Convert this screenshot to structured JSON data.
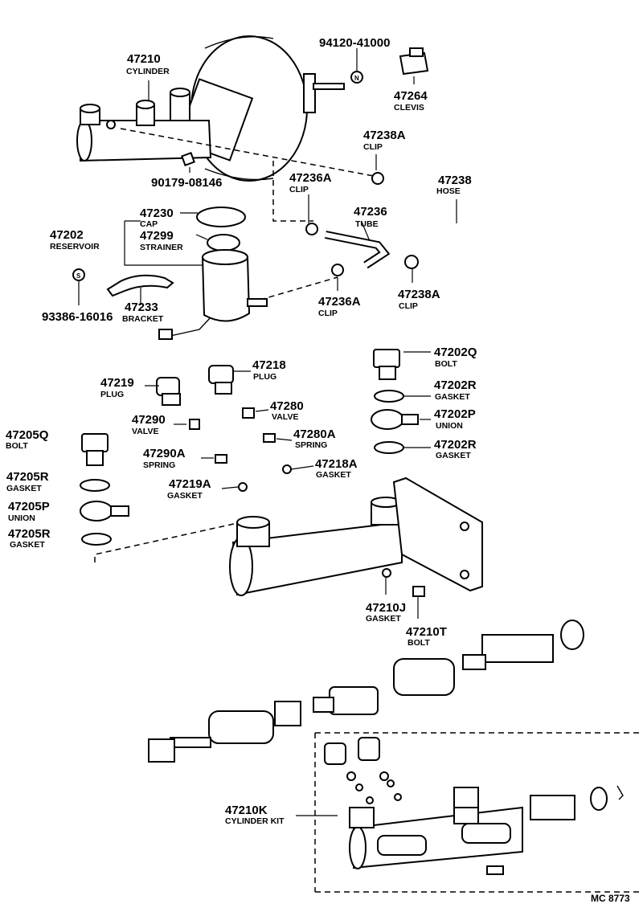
{
  "parts": [
    {
      "id": "p47210",
      "number": "47210",
      "name": "CYLINDER"
    },
    {
      "id": "p94120",
      "number": "94120-41000",
      "name": ""
    },
    {
      "id": "p47264",
      "number": "47264",
      "name": "CLEVIS"
    },
    {
      "id": "p47238A_top",
      "number": "47238A",
      "name": "CLIP"
    },
    {
      "id": "p90179",
      "number": "90179-08146",
      "name": ""
    },
    {
      "id": "p47236A_top",
      "number": "47236A",
      "name": "CLIP"
    },
    {
      "id": "p47238",
      "number": "47238",
      "name": "HOSE"
    },
    {
      "id": "p47230",
      "number": "47230",
      "name": "CAP"
    },
    {
      "id": "p47202",
      "number": "47202",
      "name": "RESERVOIR"
    },
    {
      "id": "p47299",
      "number": "47299",
      "name": "STRAINER"
    },
    {
      "id": "p47236",
      "number": "47236",
      "name": "TUBE"
    },
    {
      "id": "p93386",
      "number": "93386-16016",
      "name": ""
    },
    {
      "id": "p47233",
      "number": "47233",
      "name": "BRACKET"
    },
    {
      "id": "p47236A_bot",
      "number": "47236A",
      "name": "CLIP"
    },
    {
      "id": "p47238A_bot",
      "number": "47238A",
      "name": "CLIP"
    },
    {
      "id": "p47218",
      "number": "47218",
      "name": "PLUG"
    },
    {
      "id": "p47202Q",
      "number": "47202Q",
      "name": "BOLT"
    },
    {
      "id": "p47219",
      "number": "47219",
      "name": "PLUG"
    },
    {
      "id": "p47202R_a",
      "number": "47202R",
      "name": "GASKET"
    },
    {
      "id": "p47280",
      "number": "47280",
      "name": "VALVE"
    },
    {
      "id": "p47290",
      "number": "47290",
      "name": "VALVE"
    },
    {
      "id": "p47202P",
      "number": "47202P",
      "name": "UNION"
    },
    {
      "id": "p47205Q",
      "number": "47205Q",
      "name": "BOLT"
    },
    {
      "id": "p47280A",
      "number": "47280A",
      "name": "SPRING"
    },
    {
      "id": "p47202R_b",
      "number": "47202R",
      "name": "GASKET"
    },
    {
      "id": "p47290A",
      "number": "47290A",
      "name": "SPRING"
    },
    {
      "id": "p47218A",
      "number": "47218A",
      "name": "GASKET"
    },
    {
      "id": "p47205R_a",
      "number": "47205R",
      "name": "GASKET"
    },
    {
      "id": "p47219A",
      "number": "47219A",
      "name": "GASKET"
    },
    {
      "id": "p47205P",
      "number": "47205P",
      "name": "UNION"
    },
    {
      "id": "p47205R_b",
      "number": "47205R",
      "name": "GASKET"
    },
    {
      "id": "p47210J",
      "number": "47210J",
      "name": "GASKET"
    },
    {
      "id": "p47210T",
      "number": "47210T",
      "name": "BOLT"
    },
    {
      "id": "p47210K",
      "number": "47210K",
      "name": "CYLINDER KIT"
    }
  ],
  "markers": {
    "n": "N",
    "s": "S"
  },
  "footer": {
    "code": "MC 8773"
  }
}
